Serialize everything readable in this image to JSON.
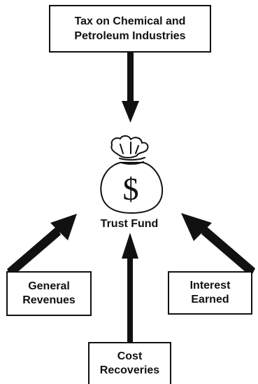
{
  "center": {
    "label": "Trust Fund",
    "icon": "money-bag-icon",
    "symbol": "$"
  },
  "sources": {
    "top": {
      "line1": "Tax on Chemical and",
      "line2": "Petroleum Industries"
    },
    "left": {
      "line1": "General",
      "line2": "Revenues"
    },
    "right": {
      "line1": "Interest",
      "line2": "Earned"
    },
    "bottom": {
      "line1": "Cost",
      "line2": "Recoveries"
    }
  },
  "colors": {
    "ink": "#111111",
    "background": "#ffffff"
  }
}
